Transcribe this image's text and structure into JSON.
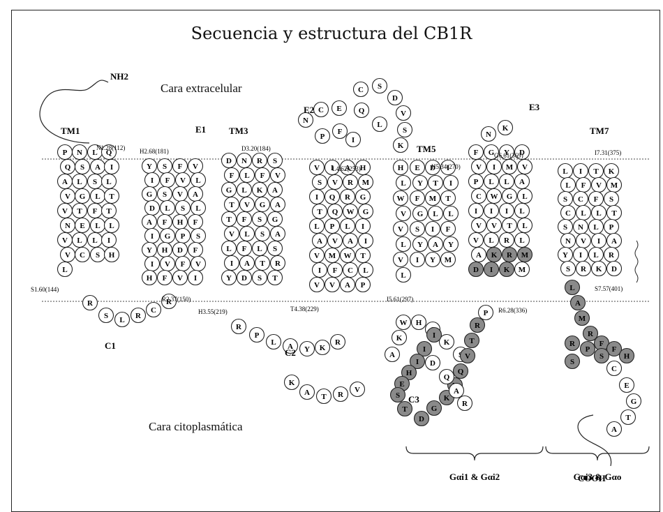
{
  "title": "Secuencia y estructura del CB1R",
  "faces": {
    "extracellular": "Cara extracelular",
    "cytoplasmic": "Cara citoplasmática"
  },
  "terminals": {
    "n": "NH2",
    "c": "COOH"
  },
  "segments": [
    "TM1",
    "E1",
    "TM3",
    "E2",
    "TM5",
    "E3",
    "TM7",
    "C1",
    "C2",
    "C3"
  ],
  "position_labels": [
    "N1.28(112)",
    "H2.68(181)",
    "D3.20(184)",
    "L4.62(253)",
    "H5.34(270)",
    "G6.61(369)",
    "I7.31(375)",
    "S1.60(144)",
    "R2.37(150)",
    "H3.55(219)",
    "T4.38(229)",
    "I5.61(297)",
    "R6.28(336)",
    "S7.57(401)"
  ],
  "g_proteins": [
    "Gαi1 & Gαi2",
    "Gαi3 & Gαo"
  ],
  "residues": {
    "tm1": "PNLQQSAIALSLVGLTVTFTNELLVLLIVCSHL",
    "c1": "RSLRCR",
    "tm2": "YSFVIFVLGSVADLSLAFHFIGPSYHDFIVFVHFVIKR",
    "tm3": "DNRSFLFVGLKATVGATFSGVLSALFLSIATRYDSTH",
    "c2": "RPLAYKR",
    "tm4": "VIAHSVRMIQRGTQWGLPLIAVAIVMWTIFCLVVAPKATRV",
    "e2": "NCECSDVSKLQIFP",
    "tm5": "HEDILYTIWFMTVGLLVSIFLYAYVIYML",
    "c3": "WKAHSKSIIIHESTDGKVQVTRPDQAR",
    "tm6": "FGYDVIMVPLLACWGLIIILVVTLVLRLAKRMDIKMNK",
    "tm7": "LITKLFVMSCFSCLLTSNLPNVIAYILRSRKDLAMRFFHRPSS",
    "ctail": "CEGTA"
  }
}
